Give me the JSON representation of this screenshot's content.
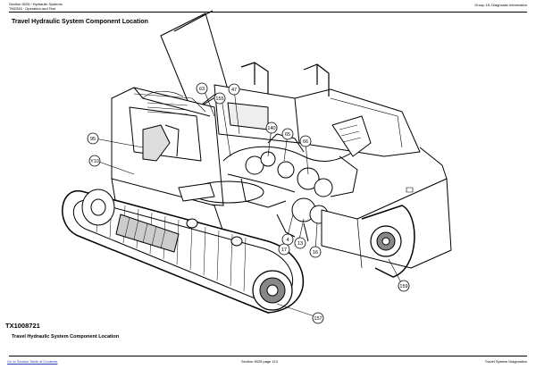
{
  "header": {
    "line1": "Section 9025 / Hydraulic Systems",
    "line2": "TM2345 · Operation and Test",
    "right": "Group 15: Diagnostic Information"
  },
  "title": "Travel Hydraulic System Component Location",
  "figure_id": "TX1008721",
  "caption": "Travel Hydraulic System Component Location",
  "callouts": [
    "63",
    "47",
    "155",
    "140",
    "65",
    "66",
    "95",
    "Y10",
    "4",
    "13",
    "17",
    "16",
    "159",
    "157"
  ],
  "footer": {
    "left": "Go to Section Table of Contents",
    "center": "Section 9025 page 113",
    "right": "Travel System Diagnostics"
  }
}
